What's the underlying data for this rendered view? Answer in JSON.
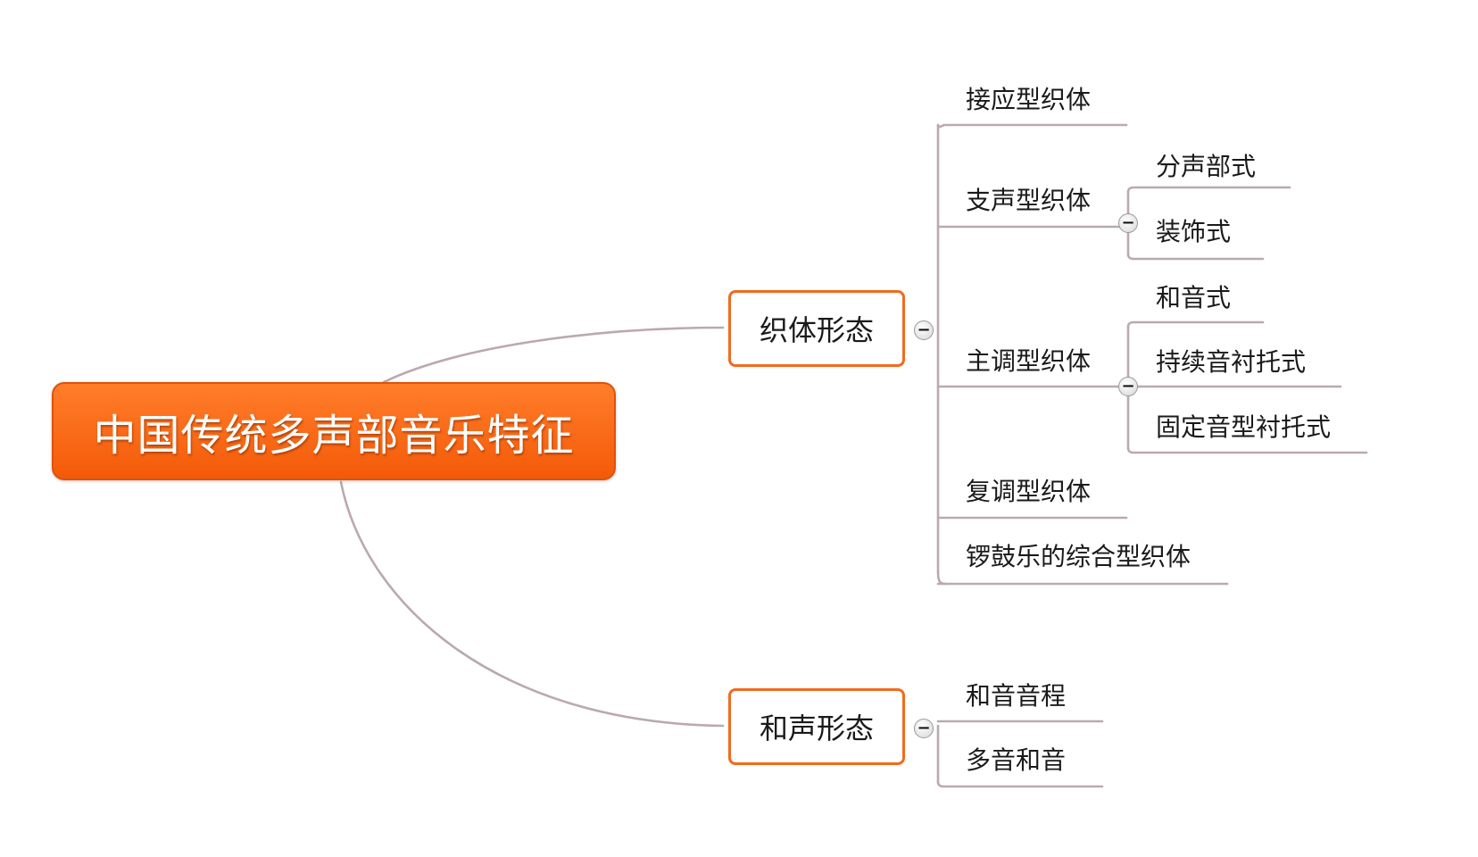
{
  "root": {
    "label": "中国传统多声部音乐特征"
  },
  "branches": [
    {
      "label": "织体形态",
      "children": [
        {
          "label": "接应型织体"
        },
        {
          "label": "支声型织体",
          "children": [
            {
              "label": "分声部式"
            },
            {
              "label": "装饰式"
            }
          ]
        },
        {
          "label": "主调型织体",
          "children": [
            {
              "label": "和音式"
            },
            {
              "label": "持续音衬托式"
            },
            {
              "label": "固定音型衬托式"
            }
          ]
        },
        {
          "label": "复调型织体"
        },
        {
          "label": "锣鼓乐的综合型织体"
        }
      ]
    },
    {
      "label": "和声形态",
      "children": [
        {
          "label": "和音音程"
        },
        {
          "label": "多音和音"
        }
      ]
    }
  ],
  "toggle_symbol": "−",
  "colors": {
    "accent": "#f26a1e",
    "connector": "#b9a9ae"
  }
}
